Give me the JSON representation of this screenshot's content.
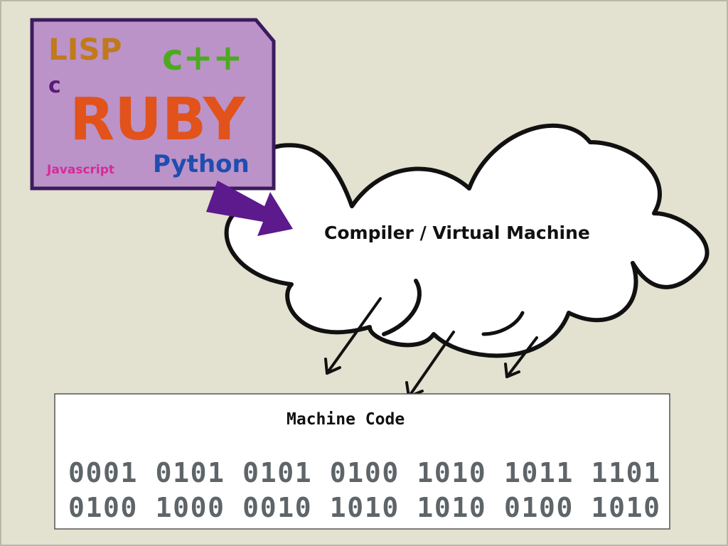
{
  "languages": {
    "lisp": "LISP",
    "cpp": "c++",
    "c": "c",
    "ruby": "RUBY",
    "javascript": "Javascript",
    "python": "Python"
  },
  "cloud": {
    "label": "Compiler / Virtual Machine"
  },
  "machine_code": {
    "title": "Machine Code",
    "rows": [
      "0001 0101 0101 0100 1010 1011 1101",
      "0100 1000 0010 1010 1010 0100 1010"
    ]
  },
  "colors": {
    "background": "#e3e1cf",
    "card": "#bb93c8",
    "card_border": "#3b1b5e",
    "lisp": "#c07a1a",
    "cpp": "#4caa1f",
    "c": "#5a1a78",
    "ruby": "#e2521b",
    "javascript": "#d62a9a",
    "python": "#1f4db0",
    "arrow": "#5c1a8c",
    "bits": "#5e6568"
  }
}
